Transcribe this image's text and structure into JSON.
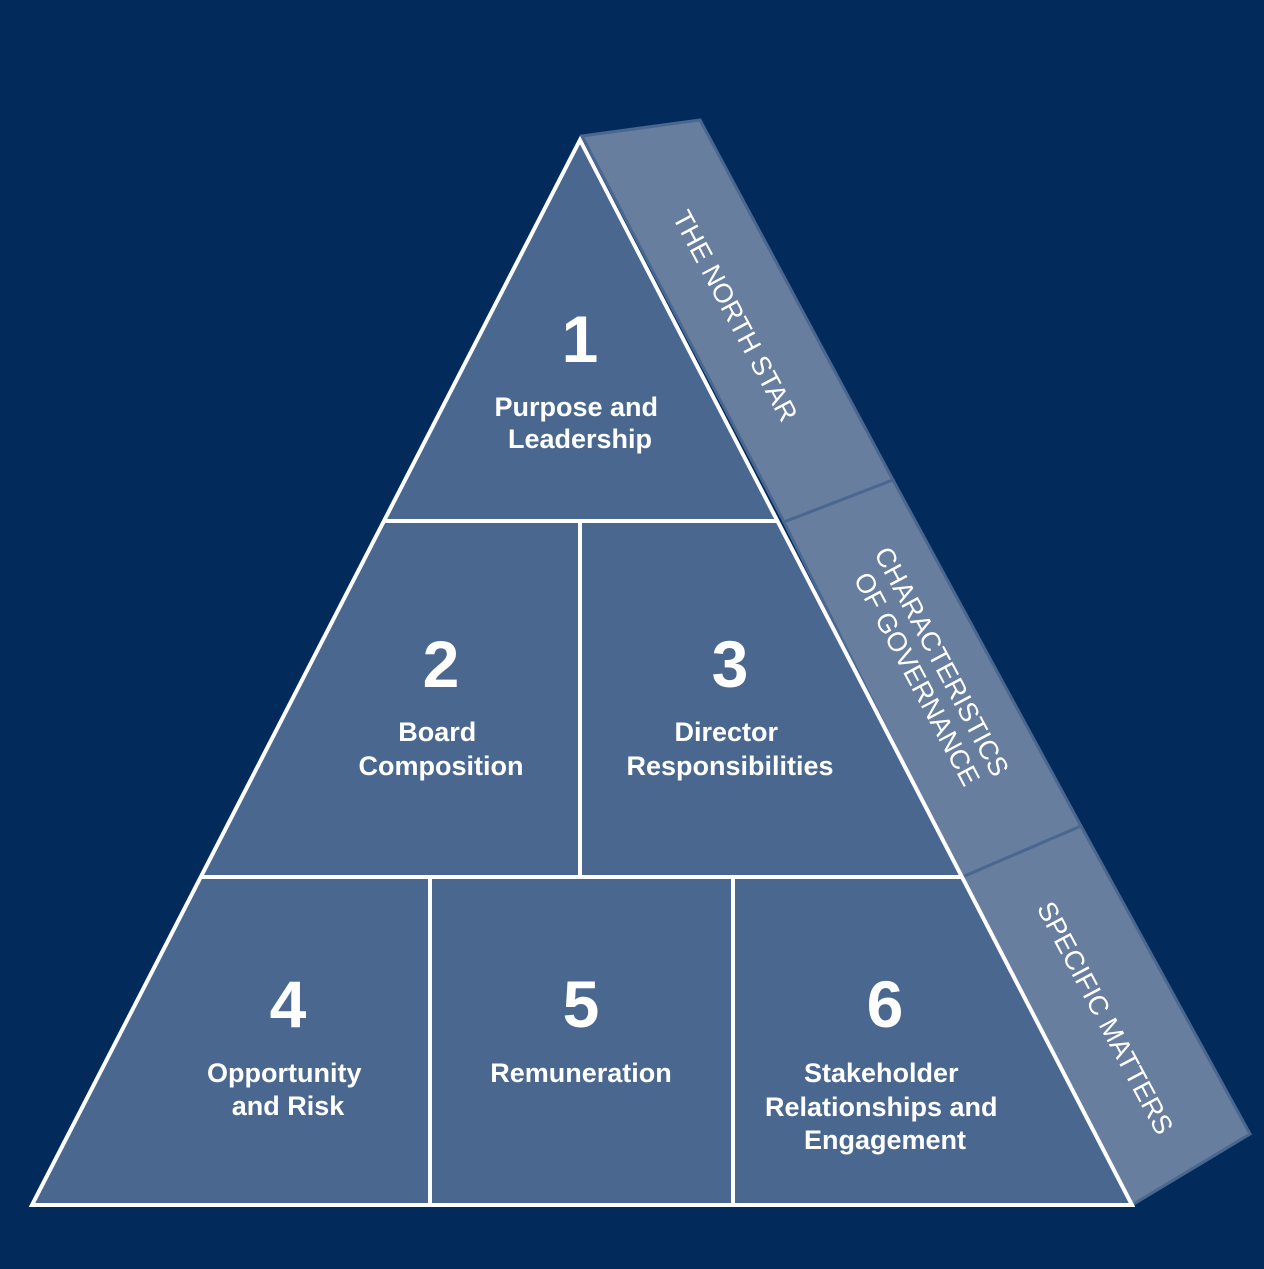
{
  "colors": {
    "background": "#022b5c",
    "front_face": "#4a6790",
    "side_face": "#687e9f",
    "lines": "#ffffff"
  },
  "tiers": [
    {
      "number": "1",
      "title_lines": [
        "Purpose and",
        "Leadership"
      ]
    },
    {
      "number": "2",
      "title_lines": [
        "Board",
        "Composition"
      ]
    },
    {
      "number": "3",
      "title_lines": [
        "Director",
        "Responsibilities"
      ]
    },
    {
      "number": "4",
      "title_lines": [
        "Opportunity",
        "and Risk"
      ]
    },
    {
      "number": "5",
      "title_lines": [
        "Remuneration"
      ]
    },
    {
      "number": "6",
      "title_lines": [
        "Stakeholder",
        "Relationships and",
        "Engagement"
      ]
    }
  ],
  "side_labels": [
    {
      "lines": [
        "THE NORTH STAR"
      ]
    },
    {
      "lines": [
        "CHARACTERISTICS",
        "OF GOVERNANCE"
      ]
    },
    {
      "lines": [
        "SPECIFIC MATTERS"
      ]
    }
  ]
}
